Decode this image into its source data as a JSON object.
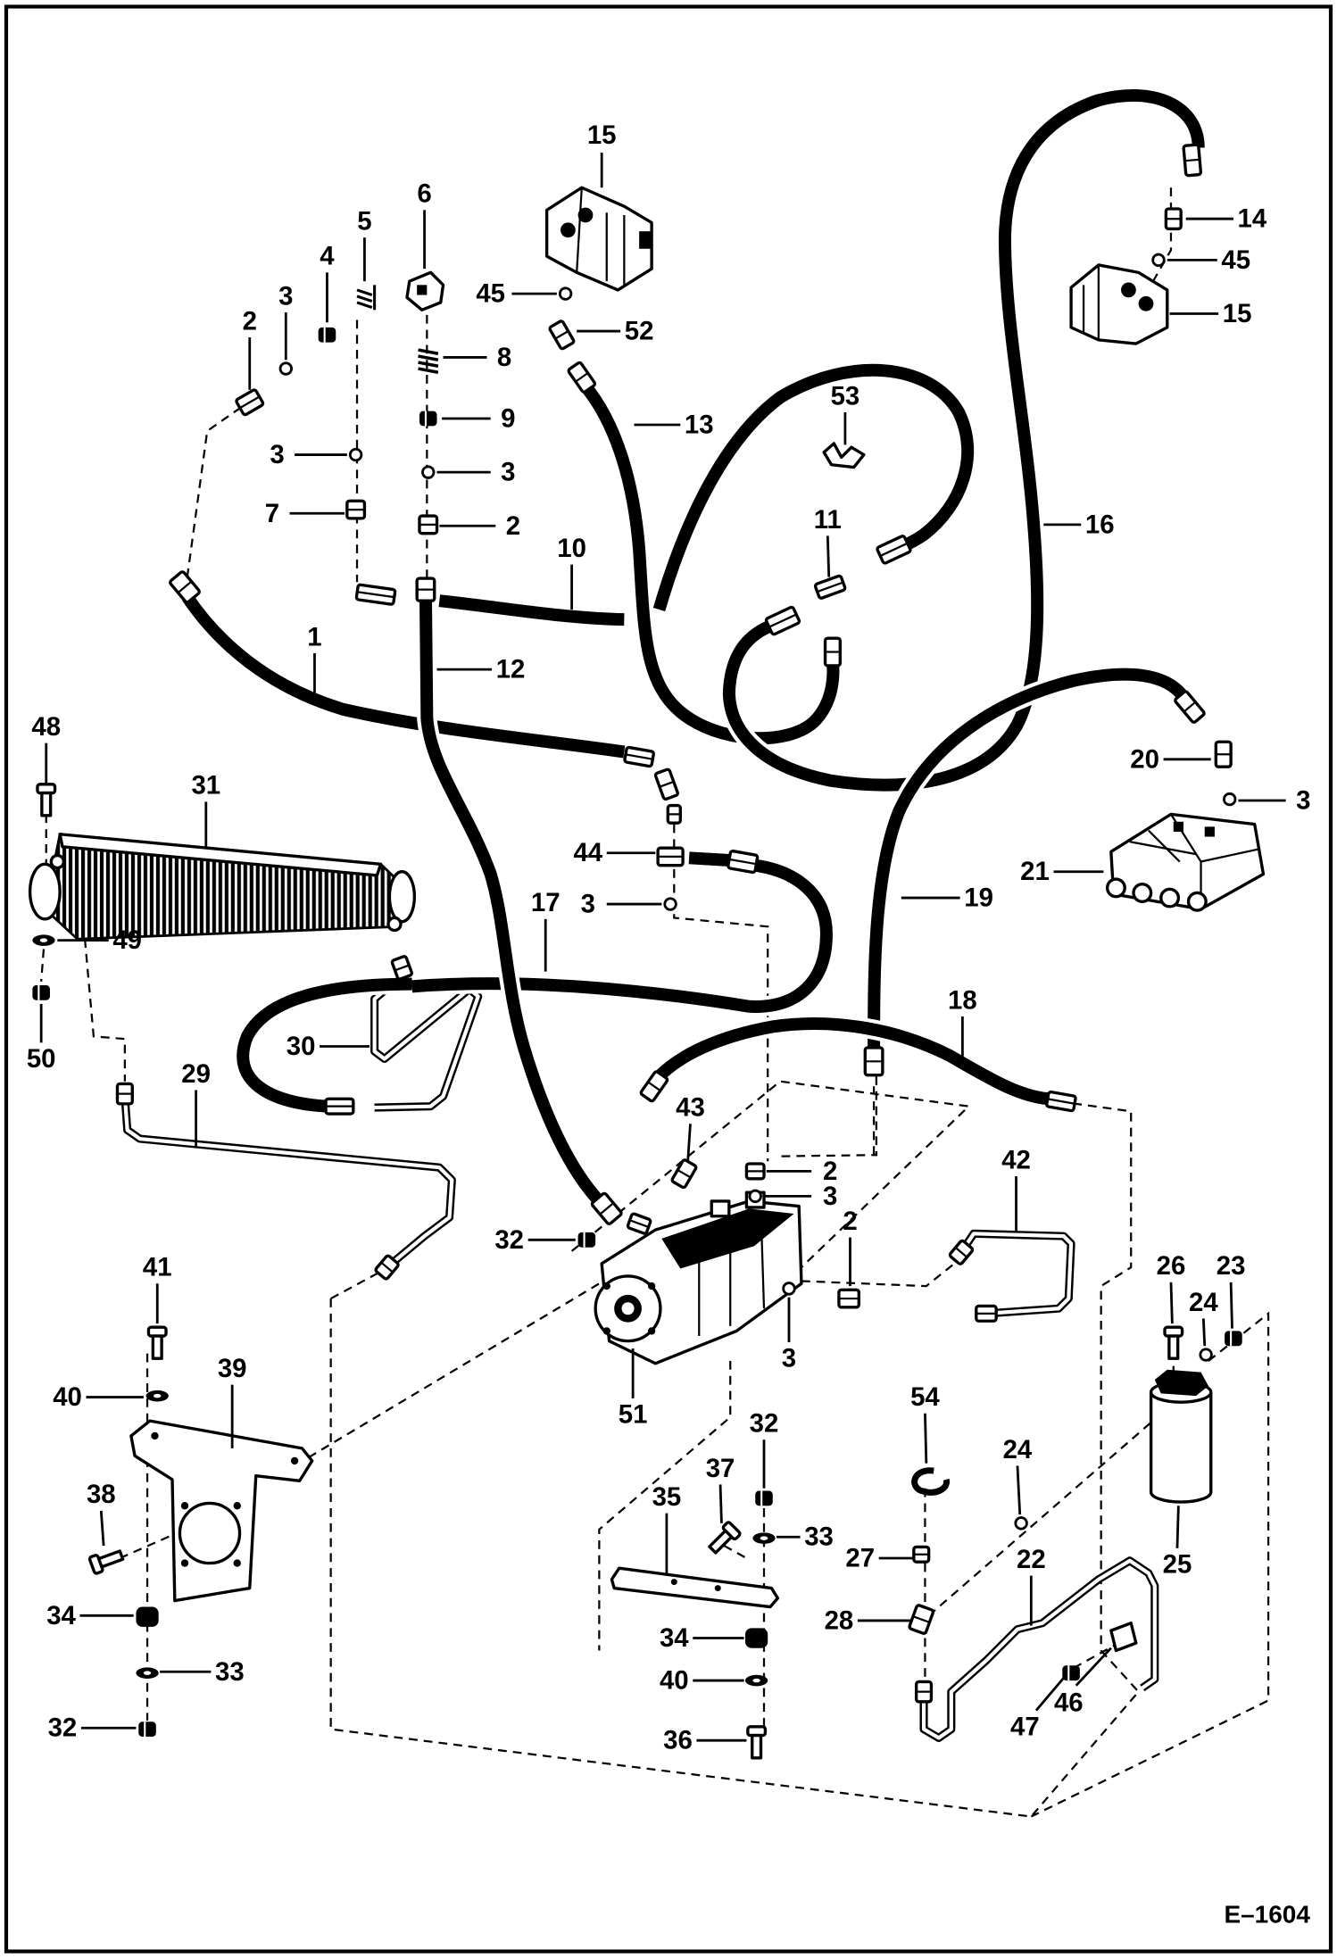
{
  "figure_code": "E–1604",
  "callouts": [
    "15",
    "6",
    "5",
    "4",
    "3",
    "2",
    "45",
    "52",
    "8",
    "9",
    "13",
    "53",
    "3",
    "3",
    "7",
    "2",
    "10",
    "11",
    "16",
    "14",
    "45",
    "15",
    "1",
    "12",
    "48",
    "31",
    "20",
    "3",
    "44",
    "21",
    "3",
    "19",
    "17",
    "49",
    "50",
    "30",
    "18",
    "29",
    "43",
    "42",
    "2",
    "3",
    "2",
    "32",
    "41",
    "26",
    "23",
    "24",
    "3",
    "51",
    "40",
    "39",
    "54",
    "32",
    "24",
    "25",
    "37",
    "38",
    "35",
    "33",
    "27",
    "22",
    "34",
    "28",
    "34",
    "33",
    "40",
    "47",
    "46",
    "32",
    "36"
  ]
}
